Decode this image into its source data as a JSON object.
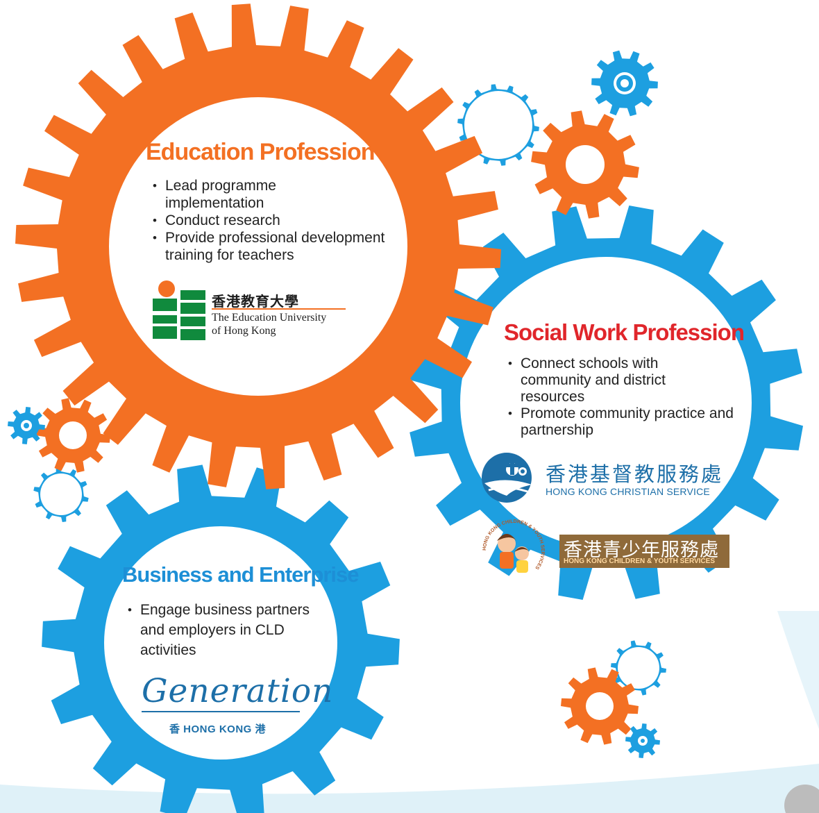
{
  "colors": {
    "orange": "#f37023",
    "blue": "#1d9fe0",
    "dark_blue": "#1d6fa8",
    "eduhk_green": "#108a3d",
    "hkcys_brown": "#8f6a3a"
  },
  "education": {
    "title": "Education Profession",
    "bullets": [
      "Lead programme implementation",
      "Conduct research",
      "Provide professional development training for teachers"
    ],
    "logo": {
      "chinese": "香港教育大學",
      "english_line1": "The Education University",
      "english_line2": "of Hong Kong"
    }
  },
  "social_work": {
    "title": "Social Work Profession",
    "bullets": [
      "Connect schools with community and district resources",
      "Promote community practice and partnership"
    ],
    "logo_hkcs": {
      "chinese": "香港基督教服務處",
      "english": "HONG KONG CHRISTIAN SERVICE"
    },
    "logo_hkcys": {
      "chinese": "香港青少年服務處",
      "english": "HONG KONG CHILDREN & YOUTH SERVICES",
      "ring_text": "HONG KONG CHILDREN & YOUTH SERVICES"
    }
  },
  "business": {
    "title": "Business and Enterprise",
    "bullets": [
      "Engage business partners and employers in CLD activities"
    ],
    "logo": {
      "wordmark": "Generation",
      "subtitle": "香 HONG KONG 港"
    }
  }
}
